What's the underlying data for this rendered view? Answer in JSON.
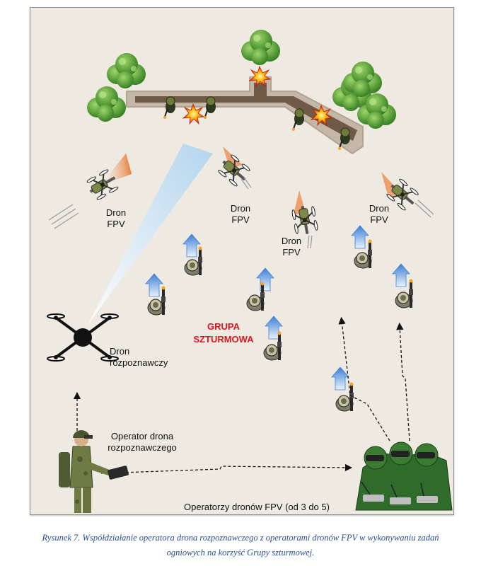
{
  "diagram": {
    "fpv_drone_label": [
      "Dron",
      "FPV"
    ],
    "recon_drone_label": [
      "Dron",
      "rozpoznawczy"
    ],
    "assault_group_label": [
      "GRUPA",
      "SZTURMOWA"
    ],
    "recon_operator_label": [
      "Operator drona",
      "rozpoznawczego"
    ],
    "fpv_operators_label": "Operatorzy dronów FPV (od 3 do 5)"
  },
  "caption": {
    "line1": "Rysunek 7. Współdziałanie operatora drona rozpoznawczego z operatorami dronów FPV w wykonywaniu zadań",
    "line2": "ogniowych na korzyść Grupy szturmowej."
  },
  "colors": {
    "background": "#eeeae1",
    "trench": "#c4b7a7",
    "trench_inner": "#6f5a47",
    "bush": "#4f9b2e",
    "assault_label": "#e0141e",
    "caption": "#2a4f93",
    "advance_arrow": "#3d7fd6",
    "fpv_cone": "#e9803c",
    "recon_beam": "#bcdcf3"
  },
  "icons": {
    "fpv_drone": "fpv-drone-icon",
    "recon_drone": "quadcopter-icon",
    "soldier": "soldier-icon",
    "bush": "bush-icon",
    "explosion": "explosion-icon",
    "operator": "operator-icon"
  }
}
